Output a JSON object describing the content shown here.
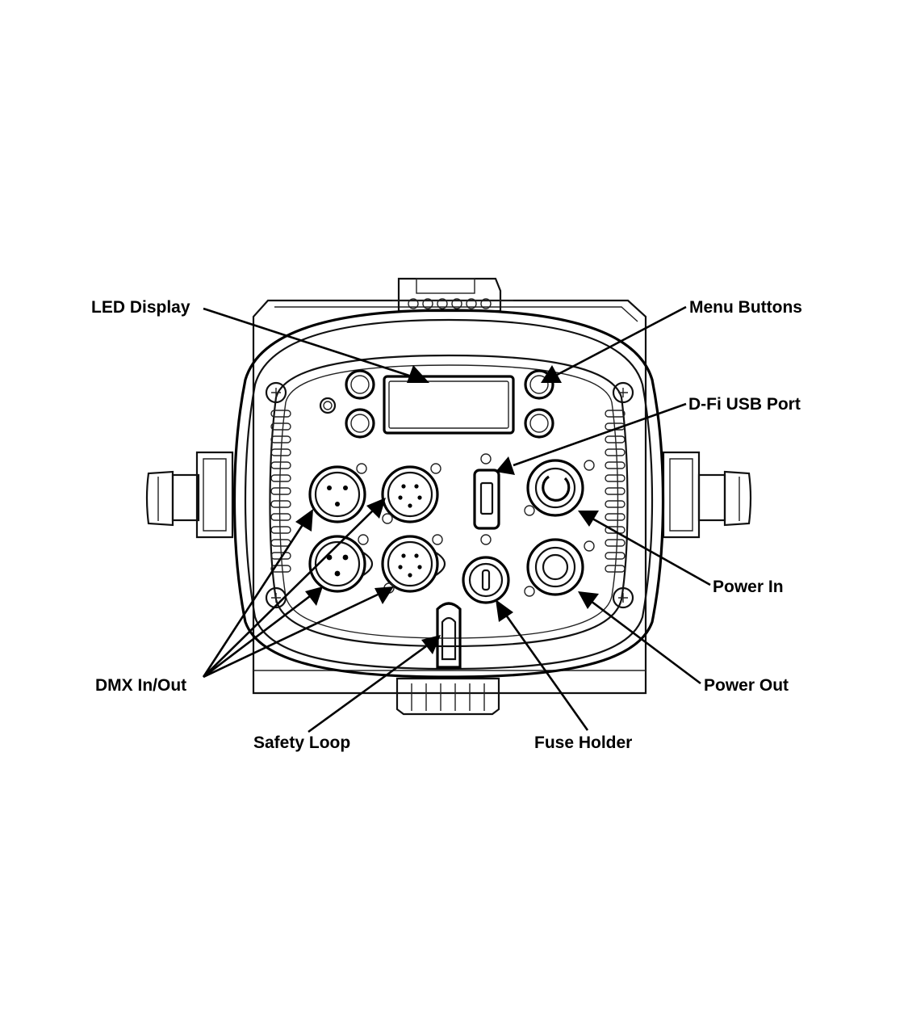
{
  "callouts": {
    "led_display": "LED Display",
    "menu_buttons": "Menu Buttons",
    "dfi_usb_port": "D-Fi USB Port",
    "power_in": "Power In",
    "power_out": "Power Out",
    "dmx_in_out": "DMX In/Out",
    "safety_loop": "Safety Loop",
    "fuse_holder": "Fuse Holder"
  },
  "colors": {
    "line": "#000000",
    "background": "#ffffff",
    "panel_fill": "#ffffff"
  }
}
